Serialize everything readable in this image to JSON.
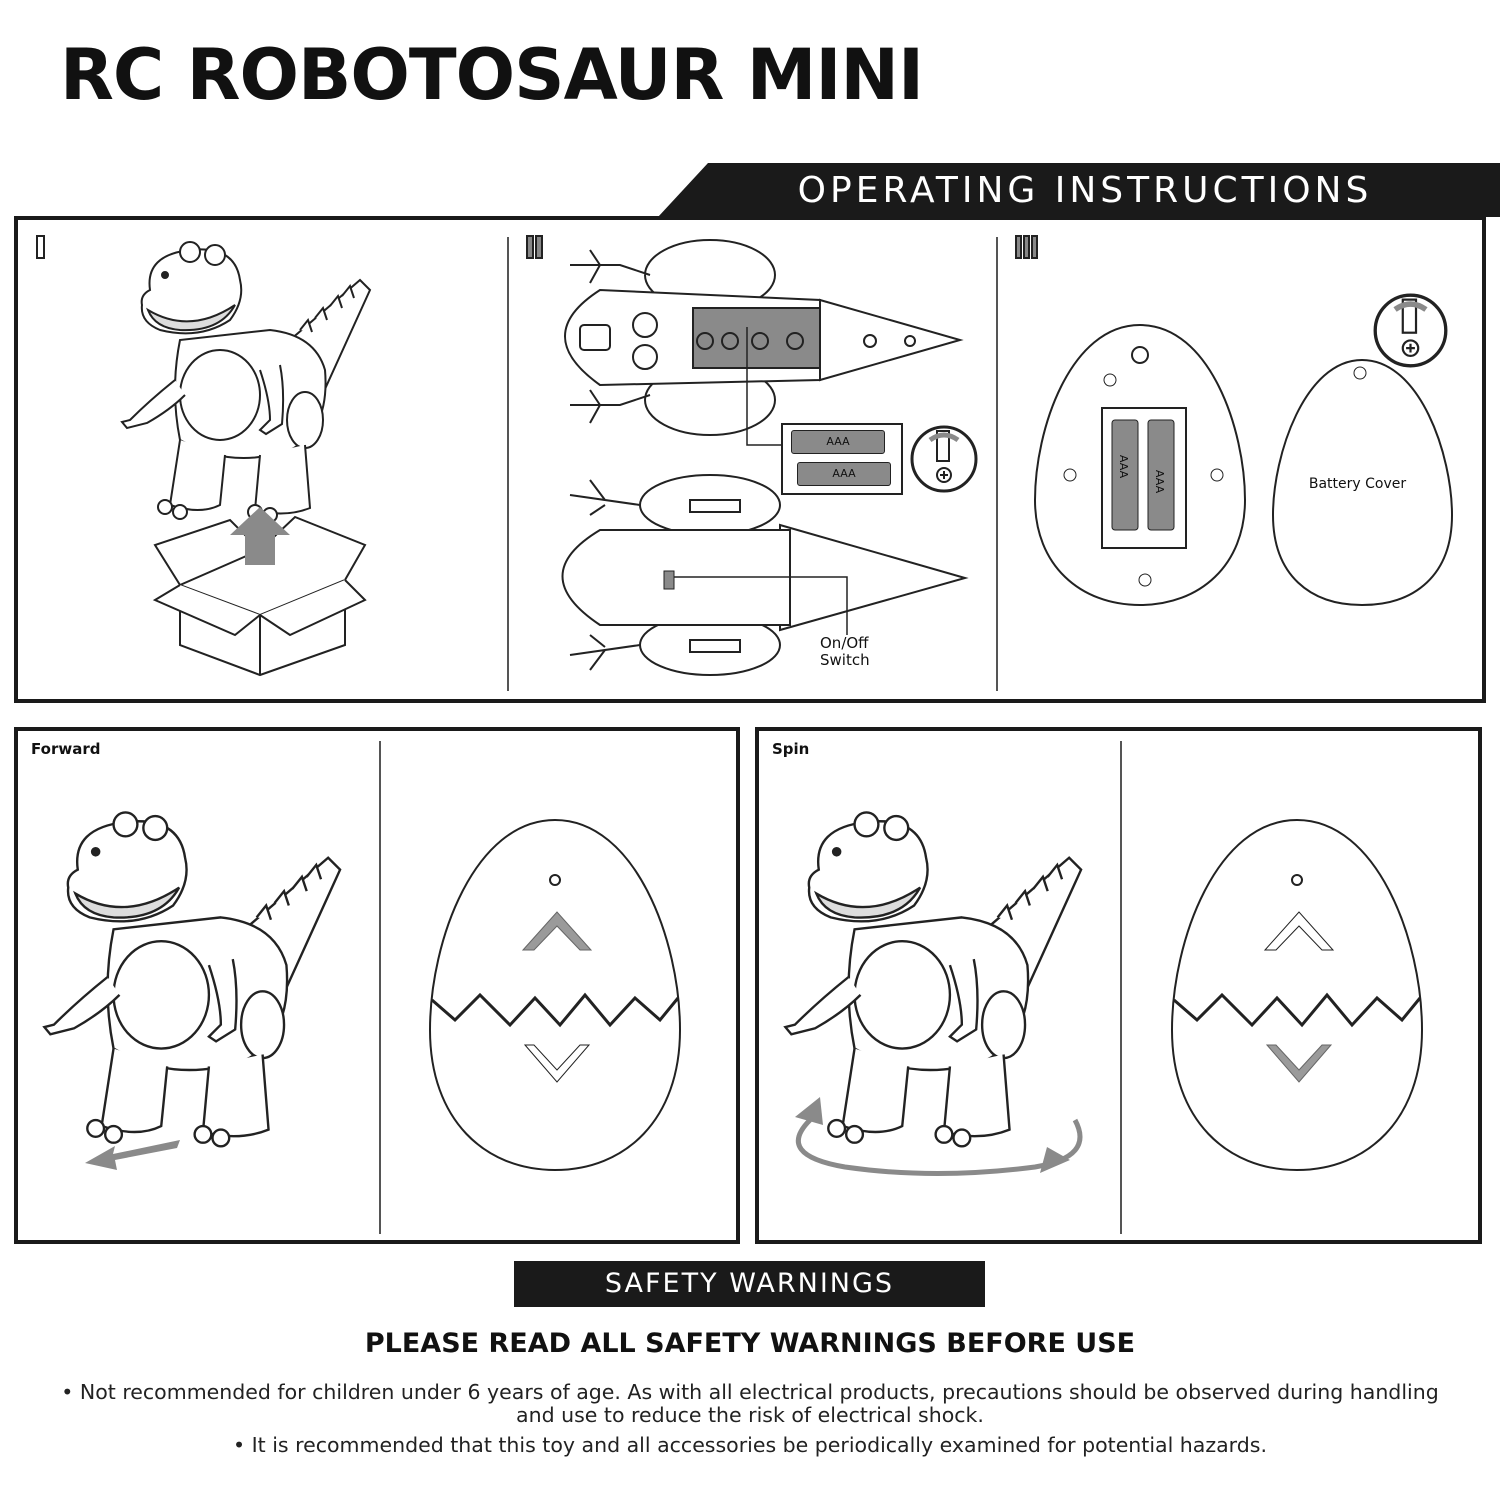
{
  "title": "RC ROBOTOSAUR MINI",
  "operating_banner": "OPERATING INSTRUCTIONS",
  "steps": [
    {
      "number": "i",
      "icon": "open-box-unpack-icon"
    },
    {
      "number": "ii",
      "icon": "battery-install-icon",
      "batteries": [
        "AAA",
        "AAA"
      ],
      "switch_label_line1": "On/Off",
      "switch_label_line2": "Switch"
    },
    {
      "number": "iii",
      "icon": "remote-battery-icon",
      "batteries": [
        "AAA",
        "AAA"
      ],
      "cover_label": "Battery Cover"
    }
  ],
  "modes": [
    {
      "label": "Forward",
      "icon": "forward-arrow-icon"
    },
    {
      "label": "Spin",
      "icon": "spin-arrow-icon"
    }
  ],
  "safety": {
    "banner": "SAFETY WARNINGS",
    "heading": "PLEASE READ ALL SAFETY WARNINGS BEFORE USE",
    "bullets": [
      "Not recommended for children under 6 years of age. As with all electrical products, precautions should be observed during handling and use to reduce the risk of electrical shock.",
      "It is recommended that this toy and all accessories be periodically examined for potential hazards."
    ]
  },
  "colors": {
    "ink": "#1a1a1a",
    "gray_fill": "#8a8a8a",
    "highlight": "#9a9a9a"
  }
}
